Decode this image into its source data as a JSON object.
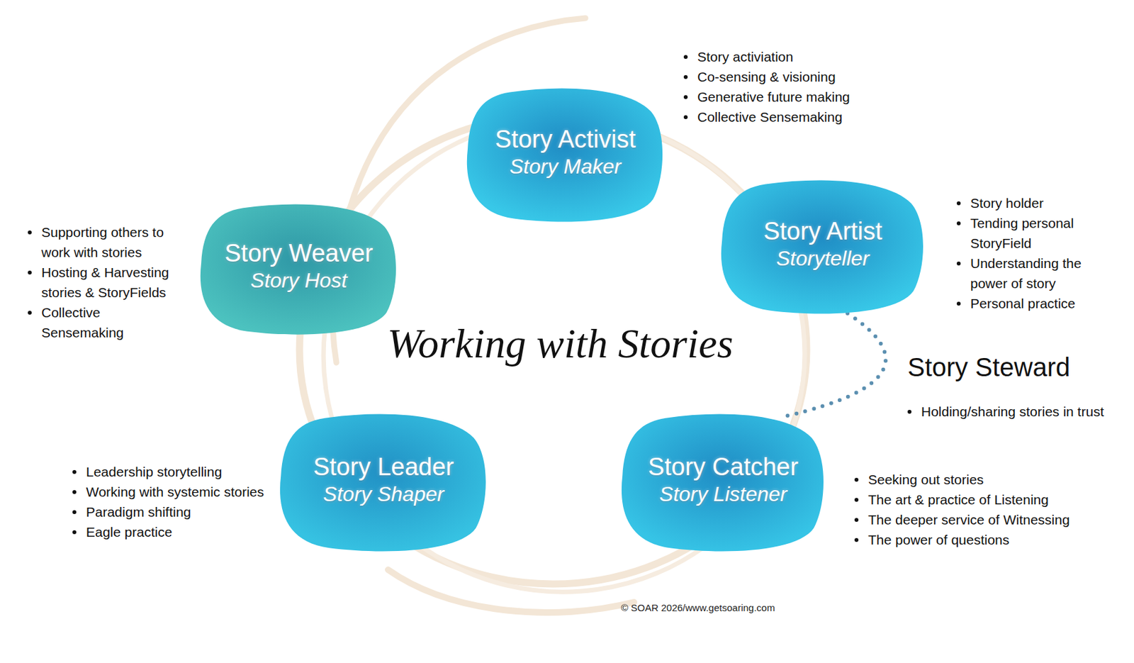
{
  "diagram": {
    "title": "Working with Stories",
    "caption": "© SOAR 2026/www.getsoaring.com",
    "nodes": [
      {
        "text": [
          "Story Activist",
          "Story Maker"
        ]
      },
      {
        "text": [
          "Story Artist",
          "Storyteller"
        ]
      },
      {
        "text": [
          "Story Catcher",
          "Story Listener"
        ]
      },
      {
        "text": [
          "Story Leader",
          "Story Shaper"
        ]
      },
      {
        "text": [
          "Story Weaver",
          "Story Host"
        ]
      }
    ],
    "edges": [
      {
        "from": 1,
        "to": 2,
        "arrow": "none",
        "label": "Story Steward"
      }
    ],
    "labels": [
      "Story activiation",
      "Co-sensing & visioning",
      "Generative future making",
      "Collective Sensemaking",
      "Story holder",
      "Tending personal StoryField",
      "Understanding the power of story",
      "Personal practice",
      "Holding/sharing stories in trust",
      "Seeking out stories",
      "The art & practice of Listening",
      "The deeper service of Witnessing",
      "The power of questions",
      "Leadership storytelling",
      "Working with systemic stories",
      "Paradigm shifting",
      "Eagle practice",
      "Supporting others to work with stories",
      "Hosting & Harvesting stories & StoryFields",
      "Collective Sensemaking"
    ]
  }
}
